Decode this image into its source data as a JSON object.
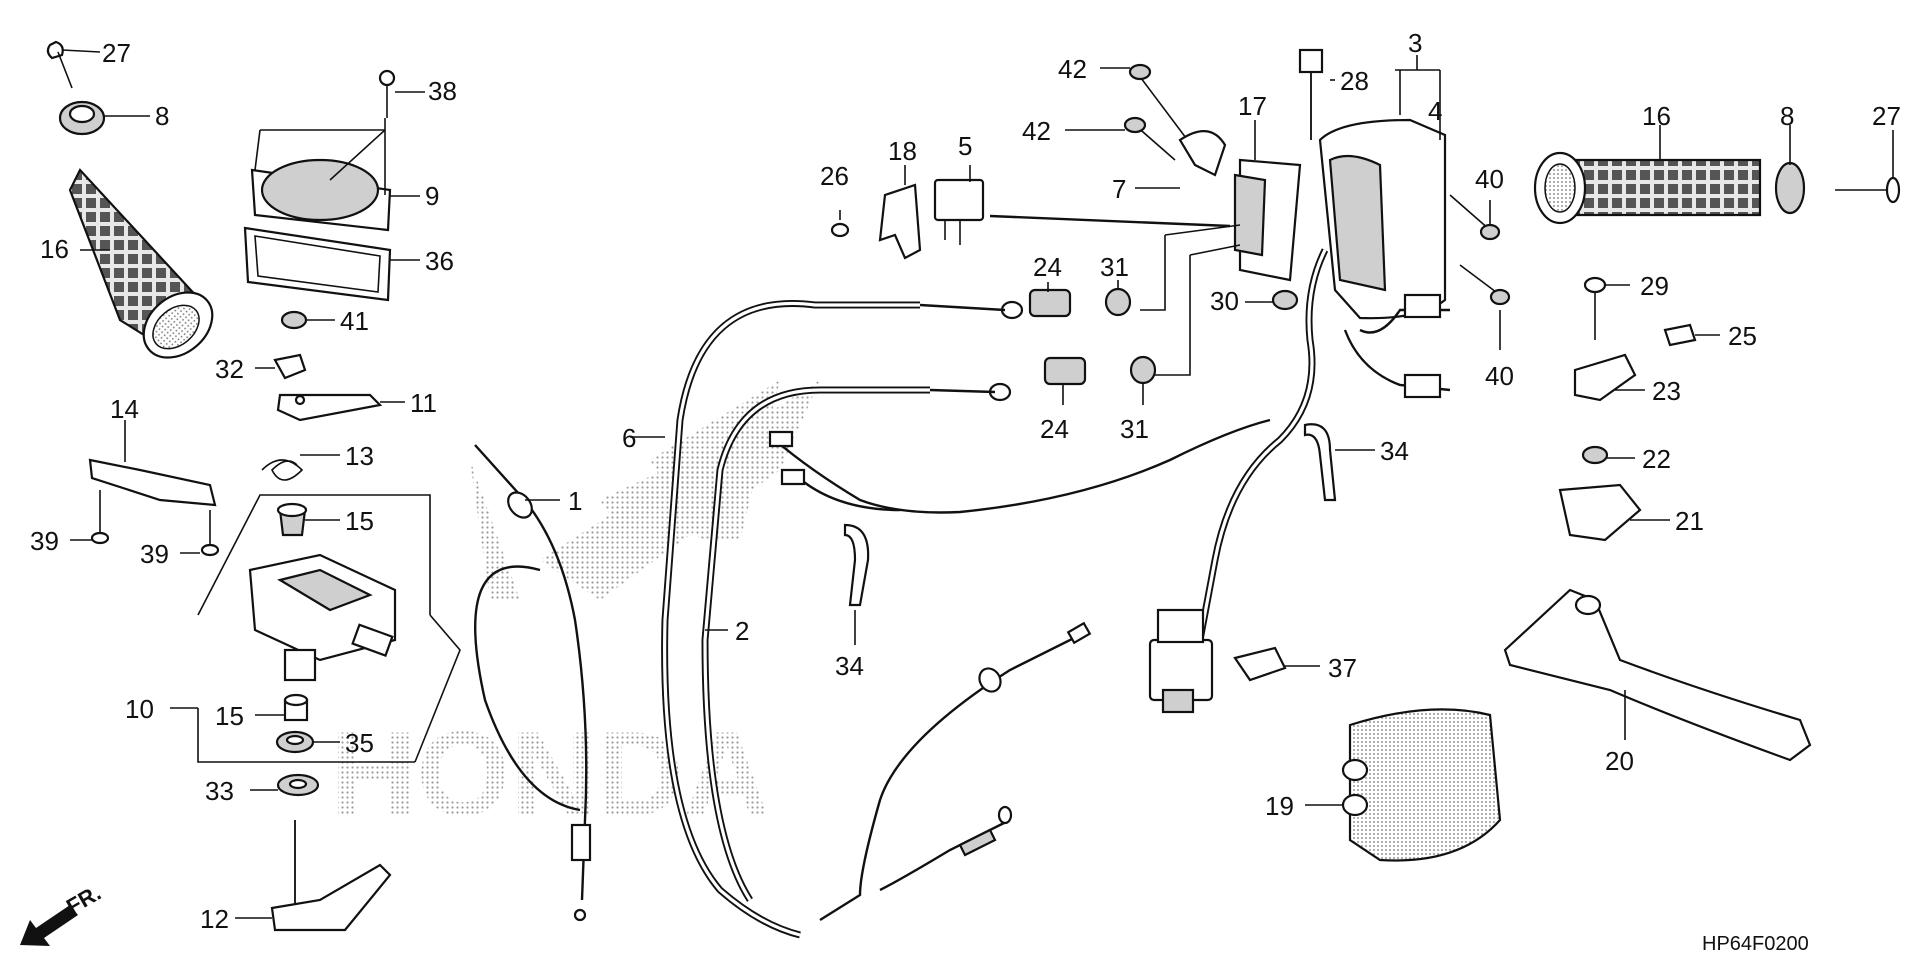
{
  "diagram": {
    "code": "HP64F0200",
    "direction_label": "FR.",
    "watermark": "HONDA",
    "callouts": [
      {
        "id": "c27a",
        "text": "27"
      },
      {
        "id": "c8a",
        "text": "8"
      },
      {
        "id": "c16a",
        "text": "16"
      },
      {
        "id": "c38",
        "text": "38"
      },
      {
        "id": "c9",
        "text": "9"
      },
      {
        "id": "c36",
        "text": "36"
      },
      {
        "id": "c41",
        "text": "41"
      },
      {
        "id": "c32",
        "text": "32"
      },
      {
        "id": "c11",
        "text": "11"
      },
      {
        "id": "c14",
        "text": "14"
      },
      {
        "id": "c13",
        "text": "13"
      },
      {
        "id": "c39a",
        "text": "39"
      },
      {
        "id": "c39b",
        "text": "39"
      },
      {
        "id": "c15a",
        "text": "15"
      },
      {
        "id": "c10",
        "text": "10"
      },
      {
        "id": "c15b",
        "text": "15"
      },
      {
        "id": "c35",
        "text": "35"
      },
      {
        "id": "c33",
        "text": "33"
      },
      {
        "id": "c12",
        "text": "12"
      },
      {
        "id": "c1",
        "text": "1"
      },
      {
        "id": "c6",
        "text": "6"
      },
      {
        "id": "c2",
        "text": "2"
      },
      {
        "id": "c26",
        "text": "26"
      },
      {
        "id": "c18",
        "text": "18"
      },
      {
        "id": "c5",
        "text": "5"
      },
      {
        "id": "c42a",
        "text": "42"
      },
      {
        "id": "c42b",
        "text": "42"
      },
      {
        "id": "c7",
        "text": "7"
      },
      {
        "id": "c17",
        "text": "17"
      },
      {
        "id": "c28",
        "text": "28"
      },
      {
        "id": "c3",
        "text": "3"
      },
      {
        "id": "c4",
        "text": "4"
      },
      {
        "id": "c40a",
        "text": "40"
      },
      {
        "id": "c40b",
        "text": "40"
      },
      {
        "id": "c24a",
        "text": "24"
      },
      {
        "id": "c31a",
        "text": "31"
      },
      {
        "id": "c24b",
        "text": "24"
      },
      {
        "id": "c31b",
        "text": "31"
      },
      {
        "id": "c30",
        "text": "30"
      },
      {
        "id": "c34a",
        "text": "34"
      },
      {
        "id": "c34b",
        "text": "34"
      },
      {
        "id": "c37",
        "text": "37"
      },
      {
        "id": "c19",
        "text": "19"
      },
      {
        "id": "c16b",
        "text": "16"
      },
      {
        "id": "c8b",
        "text": "8"
      },
      {
        "id": "c27b",
        "text": "27"
      },
      {
        "id": "c29",
        "text": "29"
      },
      {
        "id": "c25",
        "text": "25"
      },
      {
        "id": "c23",
        "text": "23"
      },
      {
        "id": "c22",
        "text": "22"
      },
      {
        "id": "c21",
        "text": "21"
      },
      {
        "id": "c20",
        "text": "20"
      }
    ]
  }
}
